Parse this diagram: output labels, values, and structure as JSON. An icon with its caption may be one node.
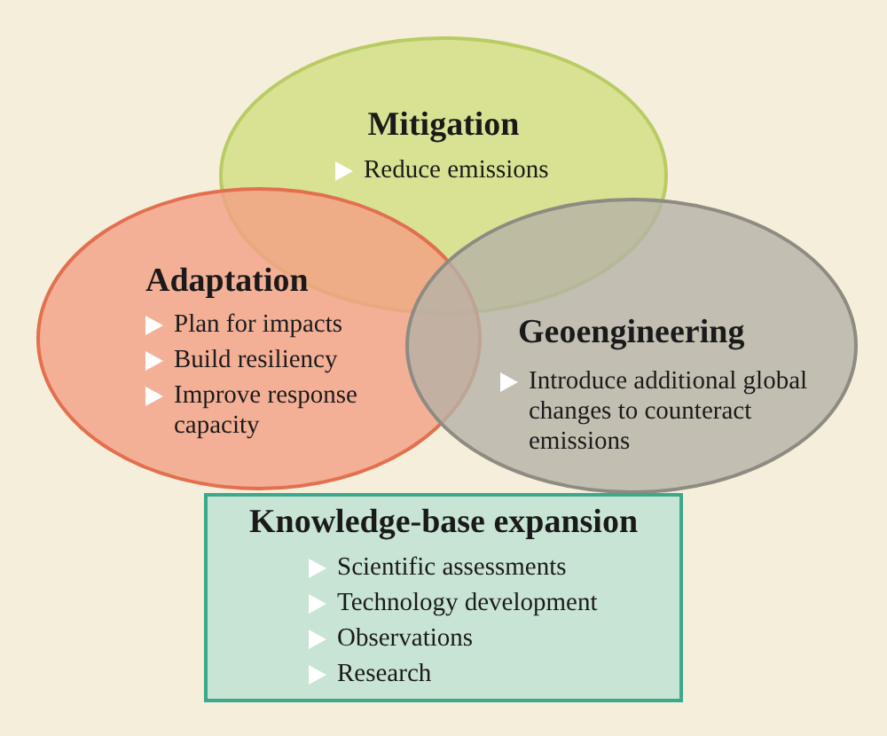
{
  "diagram": {
    "nodes": [
      {
        "text": [
          "Mitigation",
          "Reduce emissions"
        ]
      },
      {
        "text": [
          "Adaptation",
          "Plan for impacts",
          "Build resiliency",
          "Improve response capacity"
        ]
      },
      {
        "text": [
          "Geoengineering",
          "Introduce additional global changes to counteract emissions"
        ]
      },
      {
        "text": [
          "Knowledge-base expansion",
          "Scientific assessments",
          "Technology development",
          "Observations",
          "Research"
        ]
      }
    ]
  }
}
